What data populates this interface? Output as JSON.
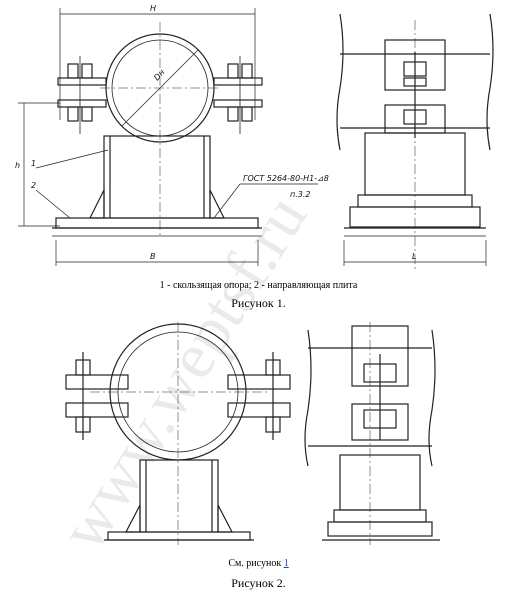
{
  "figure1": {
    "dim_H": "H",
    "dim_Dn": "Dн",
    "dim_h": "h",
    "dim_B": "B",
    "dim_L": "L",
    "callout_1": "1",
    "callout_2": "2",
    "weld_standard": "ГОСТ 5264-80-Н1-⊿8",
    "weld_note": "п.3.2",
    "legend": "1 - скользящая опора; 2 - направляющая плита",
    "caption": "Рисунок 1."
  },
  "figure2": {
    "see_prefix": "См. рисунок ",
    "see_link": "1",
    "caption": "Рисунок 2."
  },
  "watermark": "www.weptsf.ru",
  "colors": {
    "line": "#222222",
    "watermark": "#d9d9d9",
    "link": "#1a3fb5"
  }
}
